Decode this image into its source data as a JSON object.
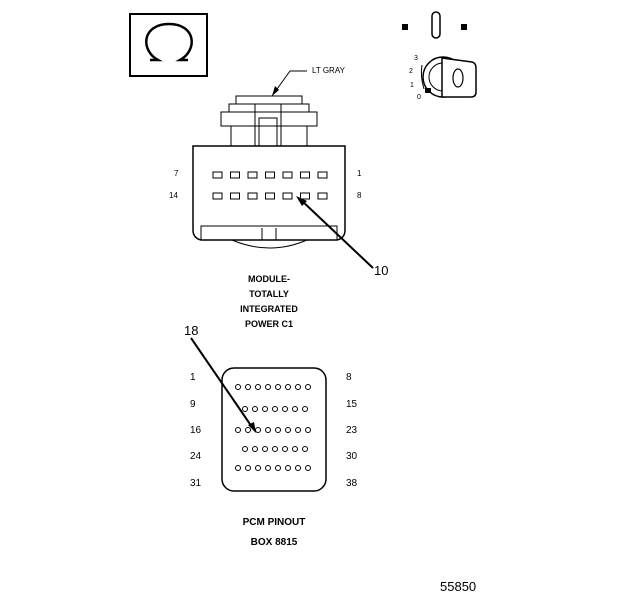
{
  "ohm_symbol": "Ω",
  "wire_color": "LT GRAY",
  "ignition_positions": [
    "3",
    "2",
    "1",
    "0"
  ],
  "module_connector": {
    "pin_labels": {
      "top_left": "7",
      "top_right": "1",
      "bottom_left": "14",
      "bottom_right": "8"
    },
    "callout": "10",
    "caption": [
      "MODULE-",
      "TOTALLY",
      "INTEGRATED",
      "POWER C1"
    ]
  },
  "pcm_connector": {
    "left_labels": [
      "1",
      "9",
      "16",
      "24",
      "31"
    ],
    "right_labels": [
      "8",
      "15",
      "23",
      "30",
      "38"
    ],
    "callout": "18",
    "caption": [
      "PCM PINOUT",
      "BOX 8815"
    ]
  },
  "figure_number": "55850"
}
